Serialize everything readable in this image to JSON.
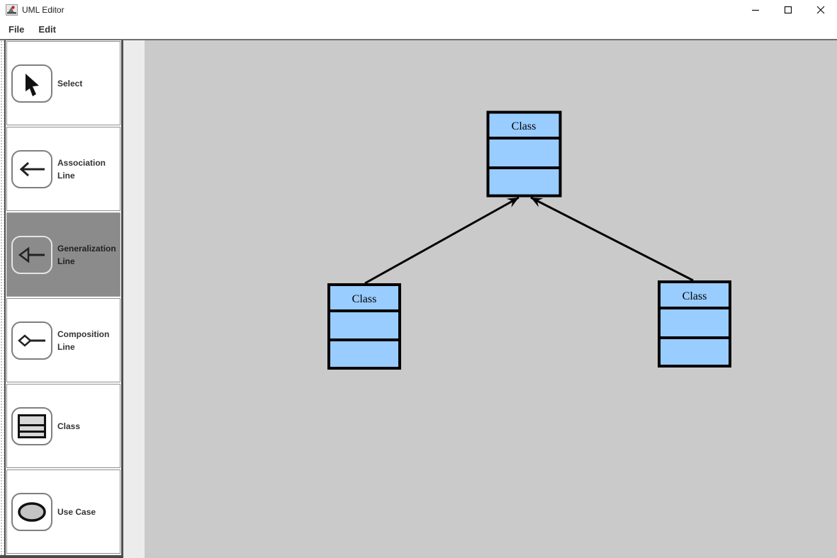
{
  "window": {
    "title": "UML Editor",
    "app_icon": "uml-editor-app-icon",
    "controls": [
      {
        "name": "minimize",
        "icon": "minimize-icon"
      },
      {
        "name": "maximize",
        "icon": "maximize-icon"
      },
      {
        "name": "close",
        "icon": "close-icon"
      }
    ]
  },
  "menubar": {
    "items": [
      {
        "label": "File"
      },
      {
        "label": "Edit"
      }
    ]
  },
  "toolbar": {
    "selected_tool": "Generalization Line",
    "buttons": [
      {
        "label": "Select",
        "icon": "select-cursor-icon",
        "selected": false
      },
      {
        "label": "Association Line",
        "icon": "association-line-icon",
        "selected": false
      },
      {
        "label": "Generalization Line",
        "icon": "generalization-line-icon",
        "selected": true
      },
      {
        "label": "Composition Line",
        "icon": "composition-line-icon",
        "selected": false
      },
      {
        "label": "Class",
        "icon": "class-shape-icon",
        "selected": false
      },
      {
        "label": "Use Case",
        "icon": "use-case-ellipse-icon",
        "selected": false
      }
    ]
  },
  "canvas": {
    "classes": [
      {
        "label": "Class",
        "position": "top-center"
      },
      {
        "label": "Class",
        "position": "bottom-left"
      },
      {
        "label": "Class",
        "position": "bottom-right"
      }
    ],
    "connections": [
      {
        "type": "generalization",
        "from": "bottom-left",
        "to": "top-center"
      },
      {
        "type": "generalization",
        "from": "bottom-right",
        "to": "top-center"
      }
    ],
    "colors": {
      "class_fill": "#99ccff",
      "class_border": "#000000",
      "canvas_bg": "#cacaca",
      "selected_button_bg": "#8b8b8b"
    }
  }
}
